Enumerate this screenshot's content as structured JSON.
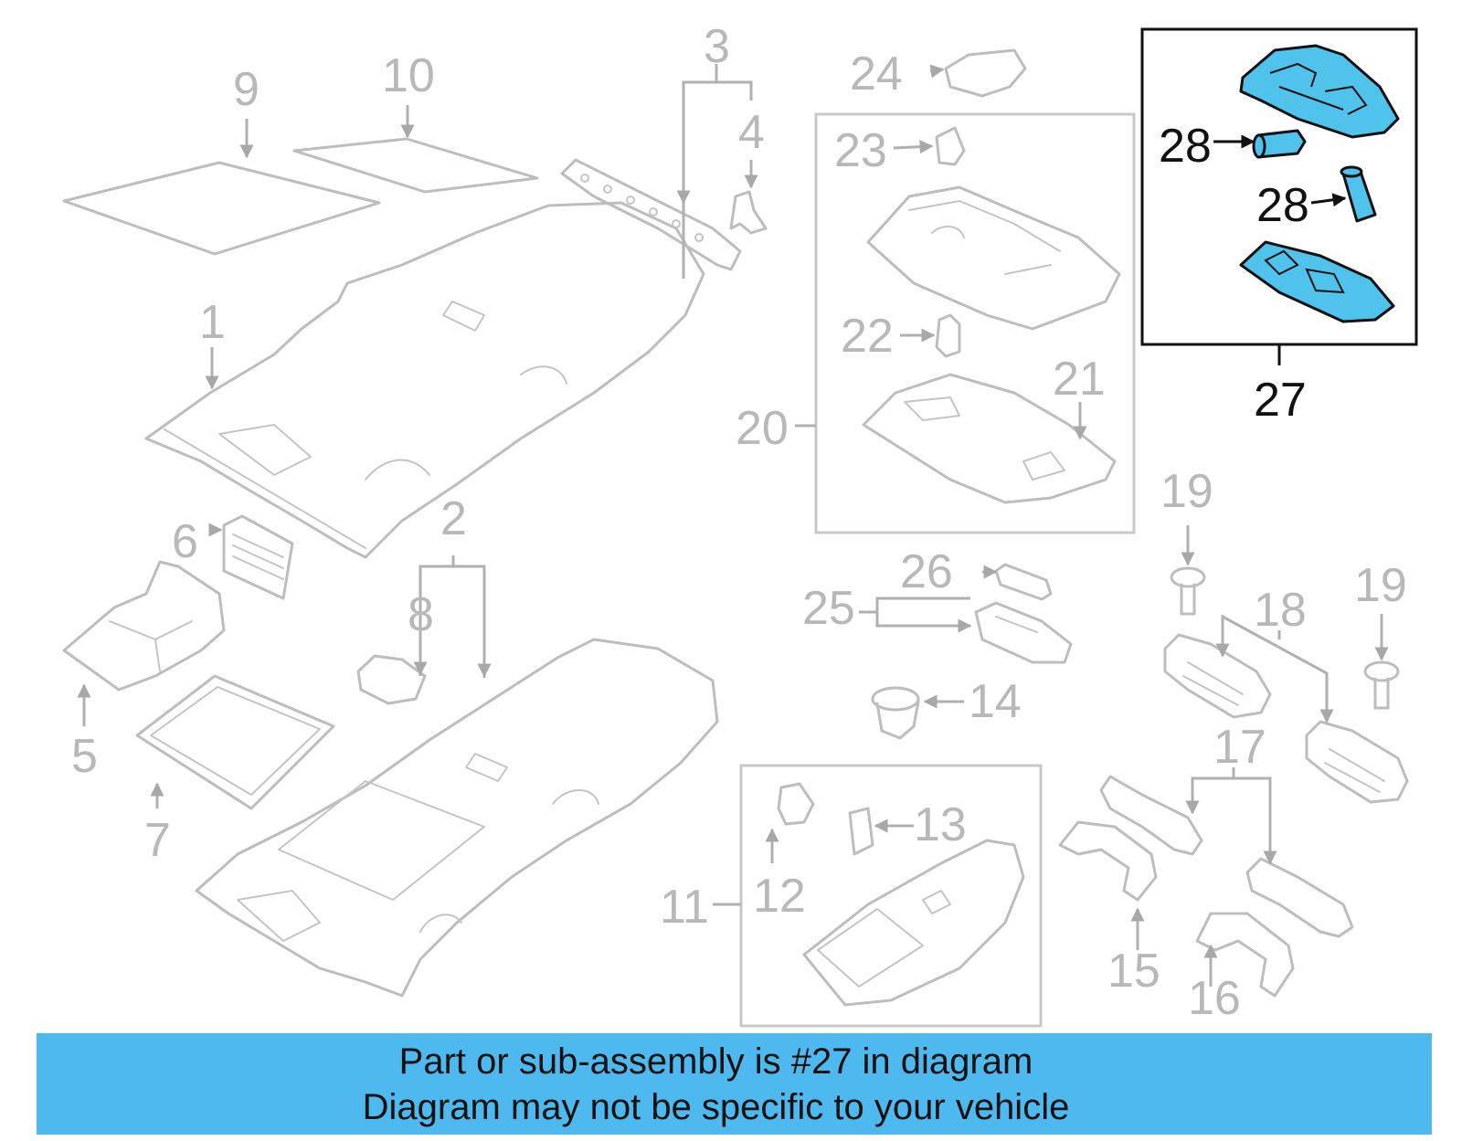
{
  "callouts": {
    "c1": "1",
    "c2": "2",
    "c3": "3",
    "c4": "4",
    "c5": "5",
    "c6": "6",
    "c7": "7",
    "c8": "8",
    "c9": "9",
    "c10": "10",
    "c11": "11",
    "c12": "12",
    "c13": "13",
    "c14": "14",
    "c15": "15",
    "c16": "16",
    "c17": "17",
    "c18": "18",
    "c19a": "19",
    "c19b": "19",
    "c20": "20",
    "c21": "21",
    "c22": "22",
    "c23": "23",
    "c24": "24",
    "c25": "25",
    "c26": "26",
    "c27": "27",
    "c28a": "28",
    "c28b": "28"
  },
  "highlight": {
    "part_number": "27",
    "fill_color": "#4fc3ec",
    "outline_color": "#111111"
  },
  "caption": {
    "line1": "Part or sub-assembly is #27 in diagram",
    "line2": "Diagram may not be specific to your vehicle",
    "background": "#4db9ee"
  }
}
